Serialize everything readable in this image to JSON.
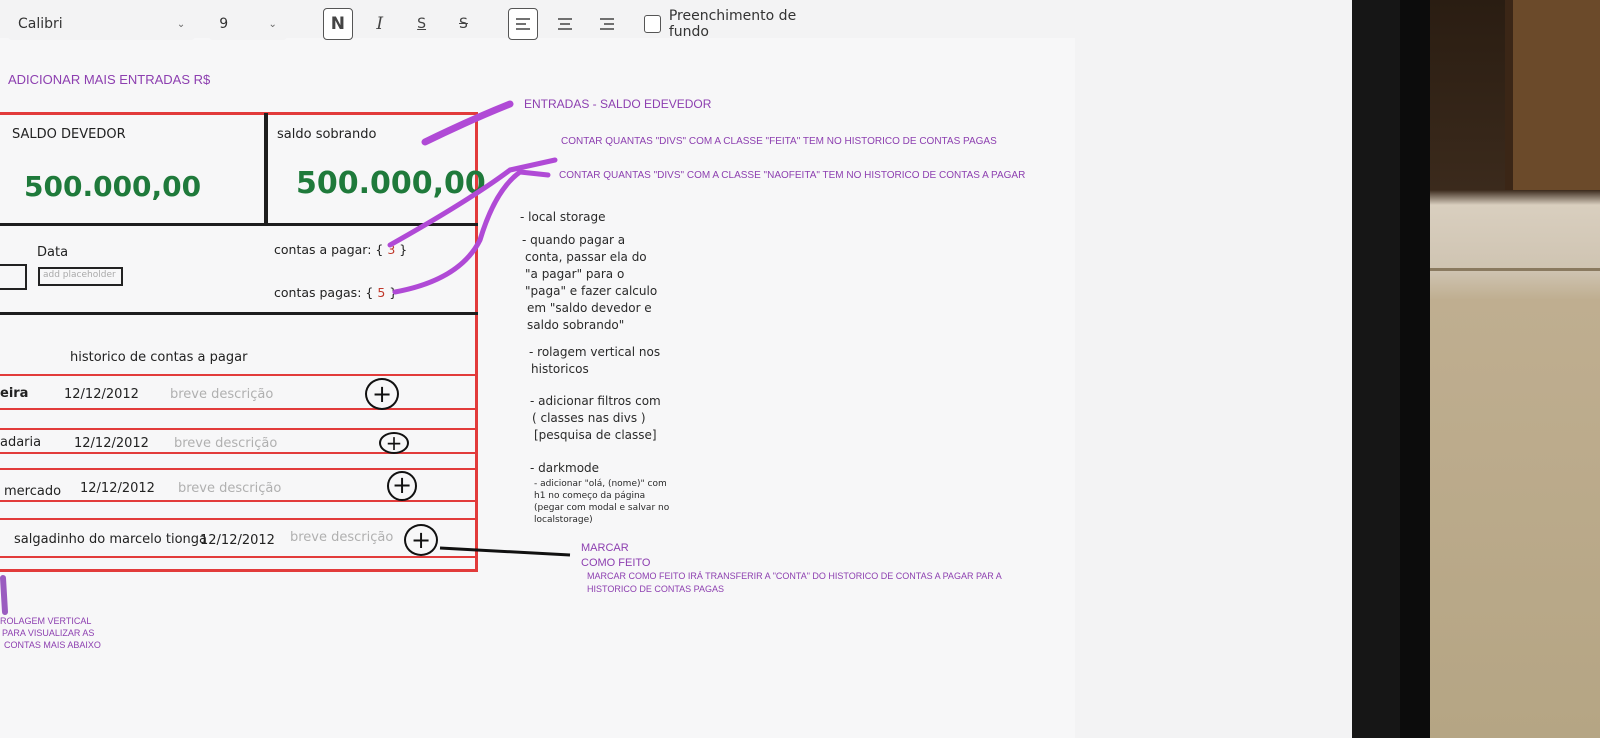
{
  "toolbar": {
    "font": "Calibri",
    "size": "9",
    "bold": "N",
    "italic": "I",
    "underline": "S",
    "strike": "S",
    "fill_label": "Preenchimento de fundo"
  },
  "heading": "ADICIONAR MAIS ENTRADAS R$",
  "card": {
    "saldo_devedor_label": "SALDO DEVEDOR",
    "saldo_sobrando_label": "saldo sobrando",
    "saldo_devedor_value": "500.000,00",
    "saldo_sobrando_value": "500.000,00",
    "data_label": "Data",
    "placeholder": "add placeholder",
    "contas_a_pagar_label": "contas a pagar:",
    "contas_a_pagar_count": "3",
    "contas_pagas_label": "contas pagas:",
    "contas_pagas_count": "5",
    "historico_title": "historico de contas a pagar",
    "rows": [
      {
        "name": "eira",
        "date": "12/12/2012",
        "desc": "breve descrição"
      },
      {
        "name": "adaria",
        "date": "12/12/2012",
        "desc": "breve descrição"
      },
      {
        "name": "mercado",
        "date": "12/12/2012",
        "desc": "breve descrição"
      },
      {
        "name": "salgadinho do marcelo tionga",
        "date": "12/12/2012",
        "desc": "breve descrição"
      }
    ]
  },
  "annotations": {
    "entradas": "ENTRADAS - SALDO EDEVEDOR",
    "contar_feita": "CONTAR QUANTAS \"DIVS\" COM A CLASSE \"FEITA\" TEM NO HISTORICO DE CONTAS PAGAS",
    "contar_naofeita": "CONTAR QUANTAS \"DIVS\" COM A CLASSE \"NAOFEITA\" TEM NO HISTORICO DE CONTAS A PAGAR",
    "marcar": "MARCAR",
    "como_feito": "COMO FEITO",
    "marcar_desc_1": "MARCAR COMO FEITO IRÁ TRANSFERIR A \"CONTA\" DO HISTORICO DE CONTAS A PAGAR PAR A",
    "marcar_desc_2": "HISTORICO DE CONTAS PAGAS",
    "rolagem_1": "ROLAGEM VERTICAL",
    "rolagem_2": "PARA VISUALIZAR AS",
    "rolagem_3": "CONTAS MAIS ABAIXO"
  },
  "notes": {
    "n1": "- local storage",
    "n2a": "- quando pagar a",
    "n2b": "conta, passar ela do",
    "n2c": "\"a pagar\" para o",
    "n2d": "\"paga\" e fazer calculo",
    "n2e": "em \"saldo devedor e",
    "n2f": "saldo sobrando\"",
    "n3a": "- rolagem vertical nos",
    "n3b": "historicos",
    "n4a": "- adicionar filtros com",
    "n4b": "( classes nas divs )",
    "n4c": "[pesquisa de classe]",
    "n5": "- darkmode",
    "n6a": "- adicionar \"olá, (nome)\" com",
    "n6b": "h1 no começo da página",
    "n6c": "(pegar com modal e salvar no",
    "n6d": "localstorage)"
  },
  "colors": {
    "annotation_purple": "#8d3fb0",
    "card_border_red": "#e23b3b",
    "value_green": "#1f7a3b"
  }
}
